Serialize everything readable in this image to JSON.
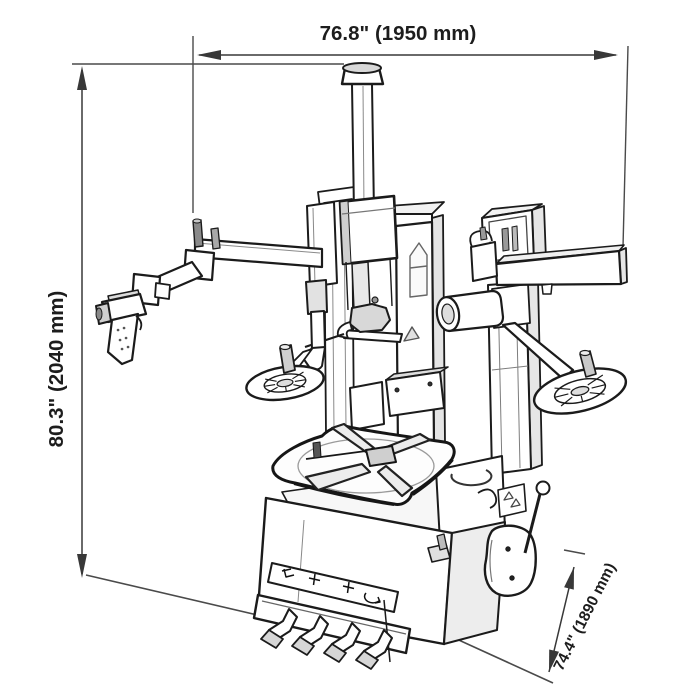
{
  "figure": {
    "subject": "Tire changer machine dimensional line drawing",
    "background": "#ffffff",
    "line_color": "#1b1b1b",
    "dimension_color": "#383838",
    "dimensions": {
      "width": {
        "label": "76.8\" (1950 mm)",
        "inches": 76.8,
        "mm": 1950,
        "orientation": "horizontal",
        "position": "top"
      },
      "height": {
        "label": "80.3\" (2040 mm)",
        "inches": 80.3,
        "mm": 2040,
        "orientation": "vertical",
        "position": "left"
      },
      "depth": {
        "label": "74.4\" (1890 mm)",
        "inches": 74.4,
        "mm": 1890,
        "orientation": "diagonal",
        "position": "bottom-right"
      }
    },
    "parts": [
      "inflation-gun",
      "articulated-arm",
      "horizontal-swing-arm",
      "vertical-slide-rod",
      "carriage-block",
      "mount-demount-head",
      "main-column",
      "left-bead-press-disc",
      "right-tower",
      "swing-beam",
      "bead-roller",
      "right-bead-press-disc",
      "four-jaw-turntable",
      "cabinet",
      "motor-cover",
      "ball-lever",
      "pedal-assembly"
    ]
  }
}
